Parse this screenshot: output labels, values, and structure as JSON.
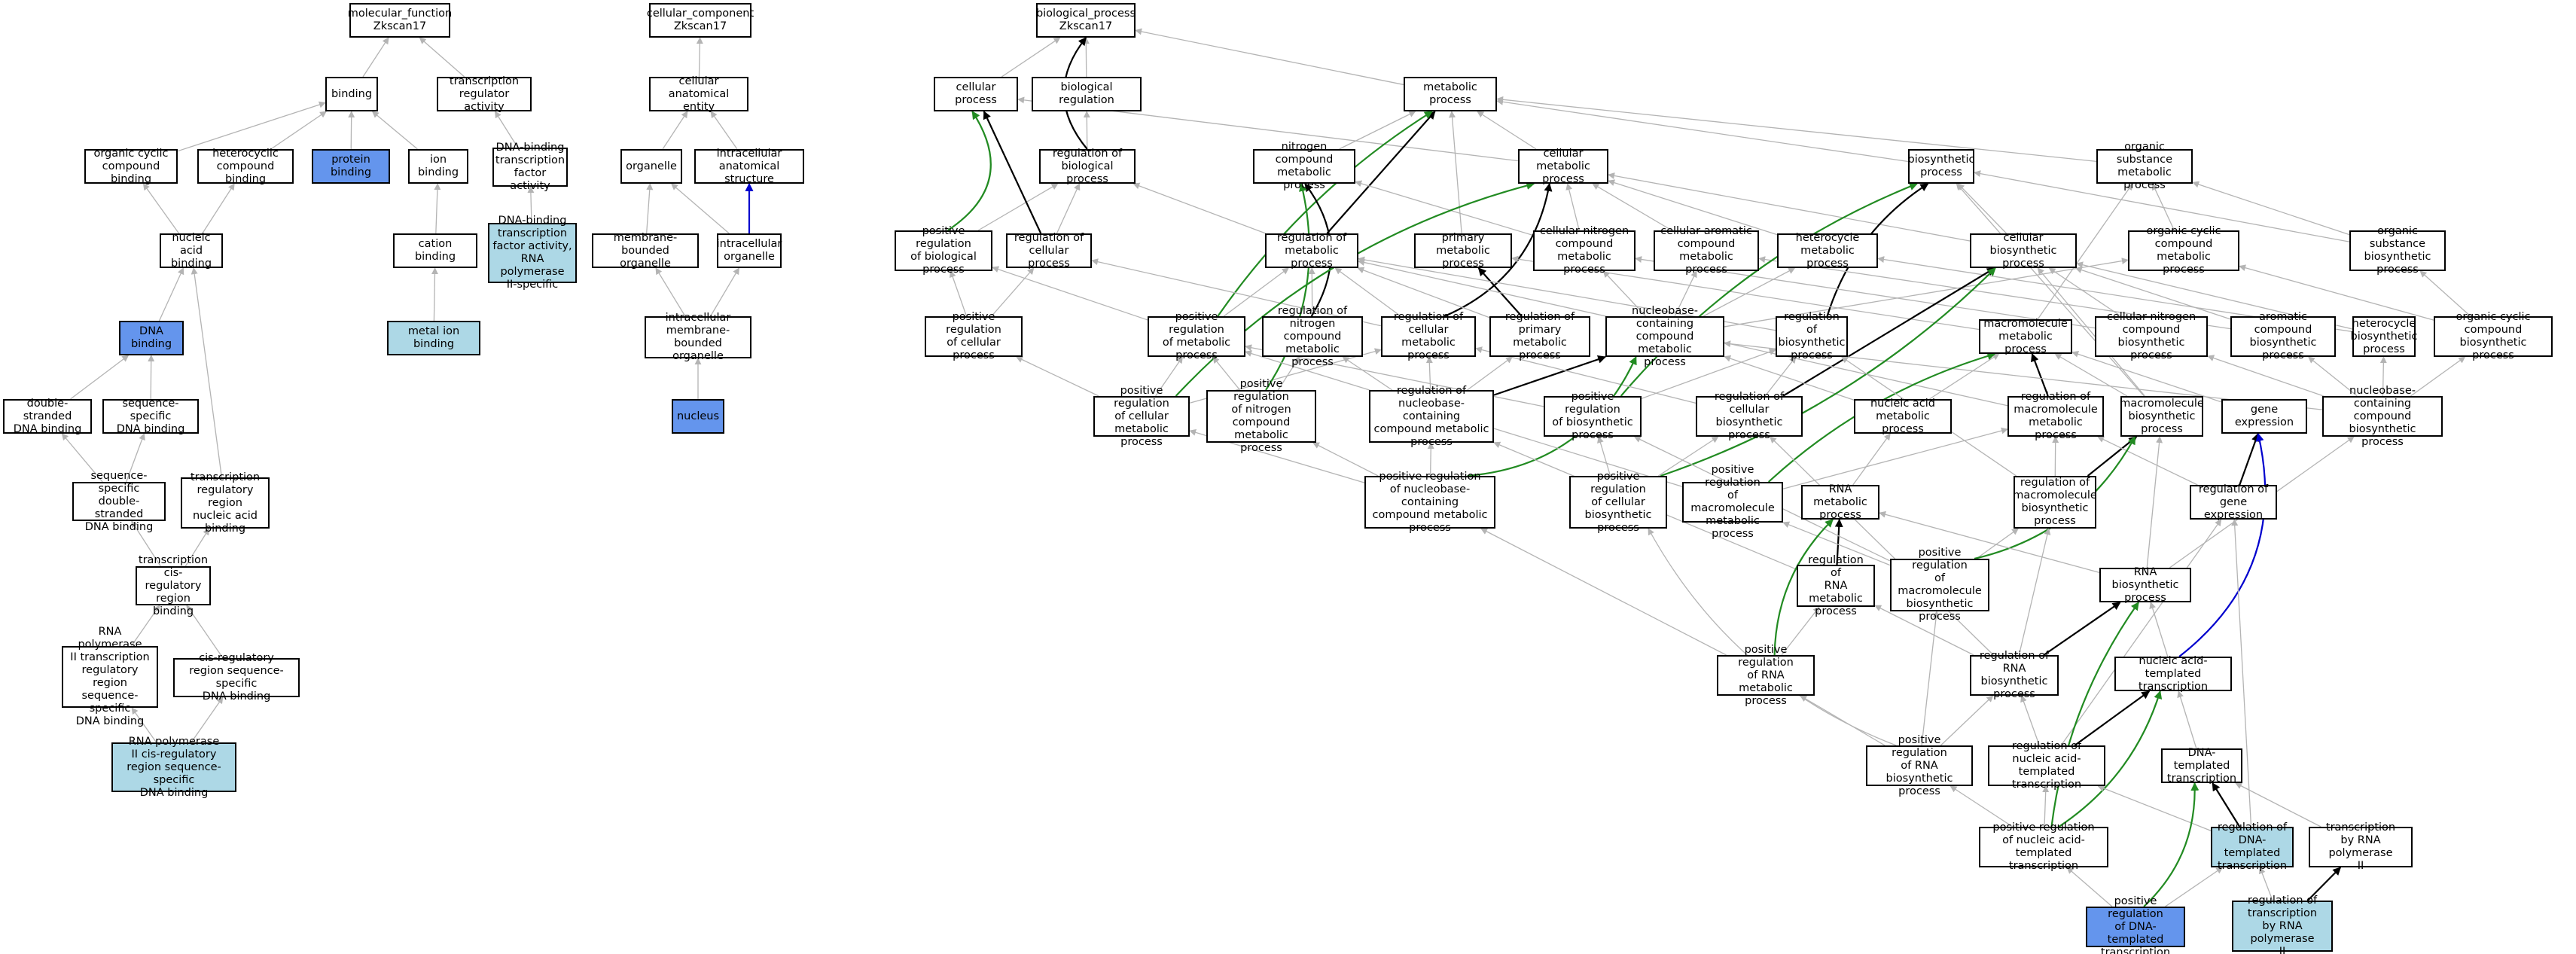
{
  "colors": {
    "is_a": "#b4b4b4",
    "part_of": "#000000",
    "positively_regulates": "#228b22",
    "regulates": "#000000",
    "has_part": "#0000cd",
    "direct_annotation": "#6495ed",
    "inferred": "#add8e6"
  },
  "nodes": {
    "mf": {
      "label": "molecular_function\nZkscan17",
      "kind": "plain"
    },
    "binding": {
      "label": "binding",
      "kind": "plain"
    },
    "tra": {
      "label": "transcription\nregulator activity",
      "kind": "plain"
    },
    "occb": {
      "label": "organic cyclic\ncompound binding",
      "kind": "plain"
    },
    "hcb": {
      "label": "heterocyclic\ncompound binding",
      "kind": "plain"
    },
    "protb": {
      "label": "protein binding",
      "kind": "direct"
    },
    "ionb": {
      "label": "ion binding",
      "kind": "plain"
    },
    "dbtfa1": {
      "label": "DNA-binding\ntranscription\nfactor activity",
      "kind": "plain"
    },
    "nab": {
      "label": "nucleic acid\nbinding",
      "kind": "plain"
    },
    "cationb": {
      "label": "cation binding",
      "kind": "plain"
    },
    "dbtfa2": {
      "label": "DNA-binding\ntranscription\nfactor activity,\nRNA polymerase\nII-specific",
      "kind": "ancestor"
    },
    "dnab": {
      "label": "DNA binding",
      "kind": "direct"
    },
    "metalb": {
      "label": "metal ion binding",
      "kind": "ancestor"
    },
    "dsdna": {
      "label": "double-stranded\nDNA binding",
      "kind": "plain"
    },
    "ssdna": {
      "label": "sequence-specific\nDNA binding",
      "kind": "plain"
    },
    "ssds": {
      "label": "sequence-specific\ndouble-stranded\nDNA binding",
      "kind": "plain"
    },
    "trrna": {
      "label": "transcription\nregulatory region\nnucleic acid\nbinding",
      "kind": "plain"
    },
    "tcrb": {
      "label": "transcription\ncis-regulatory\nregion binding",
      "kind": "plain"
    },
    "rp2tr": {
      "label": "RNA polymerase\nII transcription\nregulatory region\nsequence-specific\nDNA binding",
      "kind": "plain"
    },
    "crss": {
      "label": "cis-regulatory\nregion sequence-specific\nDNA binding",
      "kind": "plain"
    },
    "rp2cr": {
      "label": "RNA polymerase\nII cis-regulatory\nregion sequence-specific\nDNA binding",
      "kind": "ancestor"
    },
    "cc": {
      "label": "cellular_component\nZkscan17",
      "kind": "plain"
    },
    "cae": {
      "label": "cellular anatomical\nentity",
      "kind": "plain"
    },
    "organelle": {
      "label": "organelle",
      "kind": "plain"
    },
    "ias": {
      "label": "intracellular\nanatomical structure",
      "kind": "plain"
    },
    "mbo": {
      "label": "membrane-bounded\norganelle",
      "kind": "plain"
    },
    "io": {
      "label": "intracellular\norganelle",
      "kind": "plain"
    },
    "imbo": {
      "label": "intracellular\nmembrane-bounded\norganelle",
      "kind": "plain"
    },
    "nucleus": {
      "label": "nucleus",
      "kind": "direct"
    },
    "bp": {
      "label": "biological_process\nZkscan17",
      "kind": "plain"
    },
    "cp": {
      "label": "cellular process",
      "kind": "plain"
    },
    "breg": {
      "label": "biological regulation",
      "kind": "plain"
    },
    "mp": {
      "label": "metabolic process",
      "kind": "plain"
    },
    "robp": {
      "label": "regulation of\nbiological process",
      "kind": "plain"
    },
    "ncmp": {
      "label": "nitrogen compound\nmetabolic process",
      "kind": "plain"
    },
    "cmp": {
      "label": "cellular metabolic\nprocess",
      "kind": "plain"
    },
    "bsp": {
      "label": "biosynthetic\nprocess",
      "kind": "plain"
    },
    "osmp": {
      "label": "organic substance\nmetabolic process",
      "kind": "plain"
    },
    "prbp": {
      "label": "positive regulation\nof biological\nprocess",
      "kind": "plain"
    },
    "rcp": {
      "label": "regulation of\ncellular process",
      "kind": "plain"
    },
    "rmp": {
      "label": "regulation of\nmetabolic process",
      "kind": "plain"
    },
    "pmp": {
      "label": "primary metabolic\nprocess",
      "kind": "plain"
    },
    "cncmp": {
      "label": "cellular nitrogen\ncompound metabolic\nprocess",
      "kind": "plain"
    },
    "cacmp": {
      "label": "cellular aromatic\ncompound metabolic\nprocess",
      "kind": "plain"
    },
    "hmp": {
      "label": "heterocycle\nmetabolic process",
      "kind": "plain"
    },
    "cbp": {
      "label": "cellular biosynthetic\nprocess",
      "kind": "plain"
    },
    "occmp": {
      "label": "organic cyclic\ncompound metabolic\nprocess",
      "kind": "plain"
    },
    "osbp": {
      "label": "organic substance\nbiosynthetic\nprocess",
      "kind": "plain"
    },
    "prcp": {
      "label": "positive regulation\nof cellular\nprocess",
      "kind": "plain"
    },
    "prmp": {
      "label": "positive regulation\nof metabolic\nprocess",
      "kind": "plain"
    },
    "rncmp": {
      "label": "regulation of\nnitrogen compound\nmetabolic process",
      "kind": "plain"
    },
    "rcmp": {
      "label": "regulation of\ncellular metabolic\nprocess",
      "kind": "plain"
    },
    "rpmp": {
      "label": "regulation of\nprimary metabolic\nprocess",
      "kind": "plain"
    },
    "nbcmp": {
      "label": "nucleobase-containing\ncompound metabolic\nprocess",
      "kind": "plain"
    },
    "rbp": {
      "label": "regulation of\nbiosynthetic\nprocess",
      "kind": "plain"
    },
    "mmp": {
      "label": "macromolecule\nmetabolic process",
      "kind": "plain"
    },
    "cncbp": {
      "label": "cellular nitrogen\ncompound biosynthetic\nprocess",
      "kind": "plain"
    },
    "acbp": {
      "label": "aromatic compound\nbiosynthetic\nprocess",
      "kind": "plain"
    },
    "hbp": {
      "label": "heterocycle\nbiosynthetic\nprocess",
      "kind": "plain"
    },
    "occbp": {
      "label": "organic cyclic\ncompound biosynthetic\nprocess",
      "kind": "plain"
    },
    "prcmp": {
      "label": "positive regulation\nof cellular\nmetabolic process",
      "kind": "plain"
    },
    "prncmp": {
      "label": "positive regulation\nof nitrogen\ncompound metabolic\nprocess",
      "kind": "plain"
    },
    "rnbcmp": {
      "label": "regulation of\nnucleobase-containing\ncompound metabolic\nprocess",
      "kind": "plain"
    },
    "prbsp": {
      "label": "positive regulation\nof biosynthetic\nprocess",
      "kind": "plain"
    },
    "rcbp": {
      "label": "regulation of\ncellular biosynthetic\nprocess",
      "kind": "plain"
    },
    "namp": {
      "label": "nucleic acid\nmetabolic process",
      "kind": "plain"
    },
    "rmmp": {
      "label": "regulation of\nmacromolecule\nmetabolic process",
      "kind": "plain"
    },
    "mbsp": {
      "label": "macromolecule\nbiosynthetic\nprocess",
      "kind": "plain"
    },
    "ge": {
      "label": "gene expression",
      "kind": "plain"
    },
    "nbcbp": {
      "label": "nucleobase-containing\ncompound biosynthetic\nprocess",
      "kind": "plain"
    },
    "prnbcmp": {
      "label": "positive regulation\nof nucleobase-containing\ncompound metabolic\nprocess",
      "kind": "plain"
    },
    "prcbp": {
      "label": "positive regulation\nof cellular\nbiosynthetic\nprocess",
      "kind": "plain"
    },
    "prmmp": {
      "label": "positive regulation\nof macromolecule\nmetabolic process",
      "kind": "plain"
    },
    "rnamp": {
      "label": "RNA metabolic\nprocess",
      "kind": "plain"
    },
    "rmbp": {
      "label": "regulation of\nmacromolecule\nbiosynthetic\nprocess",
      "kind": "plain"
    },
    "rge": {
      "label": "regulation of\ngene expression",
      "kind": "plain"
    },
    "rrnamp": {
      "label": "regulation of\nRNA metabolic\nprocess",
      "kind": "plain"
    },
    "prmbp": {
      "label": "positive regulation\nof macromolecule\nbiosynthetic\nprocess",
      "kind": "plain"
    },
    "rnabp": {
      "label": "RNA biosynthetic\nprocess",
      "kind": "plain"
    },
    "prrnamp": {
      "label": "positive regulation\nof RNA metabolic\nprocess",
      "kind": "plain"
    },
    "rrnabp": {
      "label": "regulation of\nRNA biosynthetic\nprocess",
      "kind": "plain"
    },
    "natt": {
      "label": "nucleic acid-templated\ntranscription",
      "kind": "plain"
    },
    "prrnabp": {
      "label": "positive regulation\nof RNA biosynthetic\nprocess",
      "kind": "plain"
    },
    "rnatt": {
      "label": "regulation of\nnucleic acid-templated\ntranscription",
      "kind": "plain"
    },
    "dtt": {
      "label": "DNA-templated\ntranscription",
      "kind": "plain"
    },
    "prnatt": {
      "label": "positive regulation\nof nucleic acid-templated\ntranscription",
      "kind": "plain"
    },
    "rdtt": {
      "label": "regulation of\nDNA-templated\ntranscription",
      "kind": "ancestor"
    },
    "trp2": {
      "label": "transcription\nby RNA polymerase\nII",
      "kind": "plain"
    },
    "prdtt": {
      "label": "positive regulation\nof DNA-templated\ntranscription",
      "kind": "direct"
    },
    "rtrp2": {
      "label": "regulation of\ntranscription\nby RNA polymerase\nII",
      "kind": "ancestor"
    }
  }
}
